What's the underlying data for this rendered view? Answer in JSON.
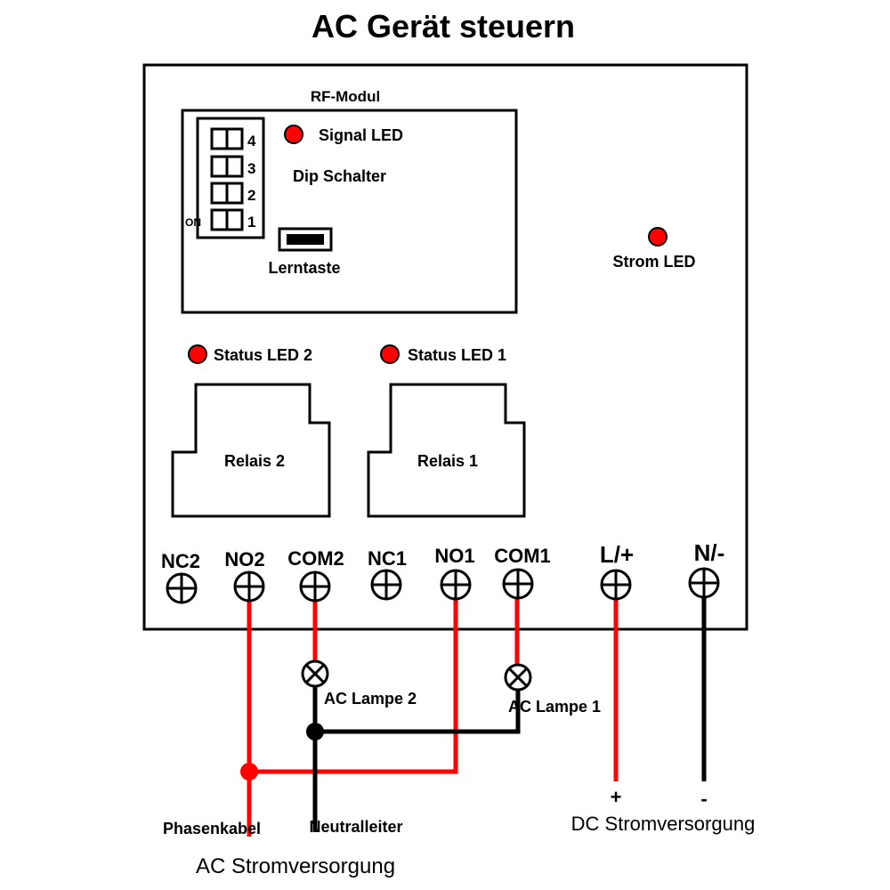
{
  "title": "AC Gerät steuern",
  "rf_module": {
    "label": "RF-Modul",
    "signal_led": "Signal LED",
    "dip_switch": "Dip Schalter",
    "dip_numbers": [
      "4",
      "3",
      "2",
      "1"
    ],
    "dip_on": "ON",
    "learn_button": "Lerntaste"
  },
  "power_led": "Strom LED",
  "status_led_2": "Status LED 2",
  "status_led_1": "Status LED 1",
  "relay_2": "Relais 2",
  "relay_1": "Relais 1",
  "terminals": [
    "NC2",
    "NO2",
    "COM2",
    "NC1",
    "NO1",
    "COM1",
    "L/+",
    "N/-"
  ],
  "lamp_2": "AC Lampe 2",
  "lamp_1": "AC Lampe 1",
  "phase_cable": "Phasenkabel",
  "neutral_conductor": "Neutralleiter",
  "ac_supply": "AC  Stromversorgung",
  "dc_supply": "DC  Stromversorgung",
  "dc_plus": "+",
  "dc_minus": "-",
  "colors": {
    "wire_live": "#ff0000",
    "wire_neutral": "#000000",
    "led": "#ff0000"
  }
}
